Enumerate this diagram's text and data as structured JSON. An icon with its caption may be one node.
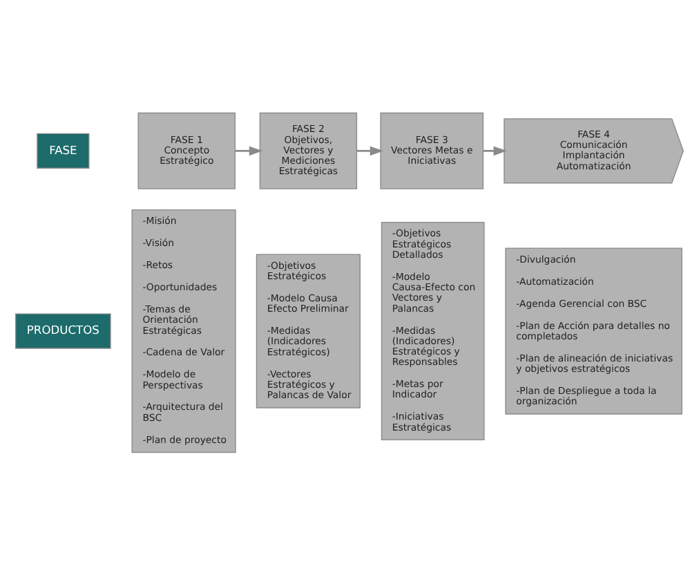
{
  "diagram": {
    "nodes": [
      {
        "text": [
          "FASE"
        ]
      },
      {
        "text": [
          "FASE 1",
          "Concepto Estratégico"
        ]
      },
      {
        "text": [
          "FASE 2",
          "Objetivos, Vectores y Mediciones Estratégicas"
        ]
      },
      {
        "text": [
          "FASE 3",
          "Vectores Metas e Iniciativas"
        ]
      },
      {
        "text": [
          "FASE 4",
          "Comunicación Implantación Automatización"
        ]
      },
      {
        "text": [
          "PRODUCTOS"
        ]
      },
      {
        "text": [
          "-Misión",
          "-Visión",
          "-Retos",
          "-Oportunidades",
          "-Temas de Orientación Estratégicas",
          "-Cadena de Valor",
          "-Modelo de Perspectivas",
          "-Arquitectura del BSC",
          "-Plan de proyecto"
        ]
      },
      {
        "text": [
          "-Objetivos Estratégicos",
          "-Modelo Causa Efecto Preliminar",
          "-Medidas (Indicadores Estratégicos)",
          "-Vectores Estratégicos y Palancas de Valor"
        ]
      },
      {
        "text": [
          "-Objetivos Estratégicos Detallados",
          "-Modelo Causa-Efecto con Vectores y Palancas",
          "-Medidas (Indicadores) Estratégicos y Responsables",
          "-Metas por Indicador",
          "-Iniciativas Estratégicas"
        ]
      },
      {
        "text": [
          "-Divulgación",
          "-Automatización",
          "-Agenda Gerencial con BSC",
          "-Plan de Acción para detalles no completados",
          "-Plan de alineación de iniciativas y objetivos estratégicos",
          "-Plan de Despliegue a toda la organización"
        ]
      }
    ],
    "edges": [
      {
        "from": 1,
        "to": 2,
        "arrow": "to"
      },
      {
        "from": 2,
        "to": 3,
        "arrow": "to"
      },
      {
        "from": 3,
        "to": 4,
        "arrow": "to"
      }
    ]
  }
}
